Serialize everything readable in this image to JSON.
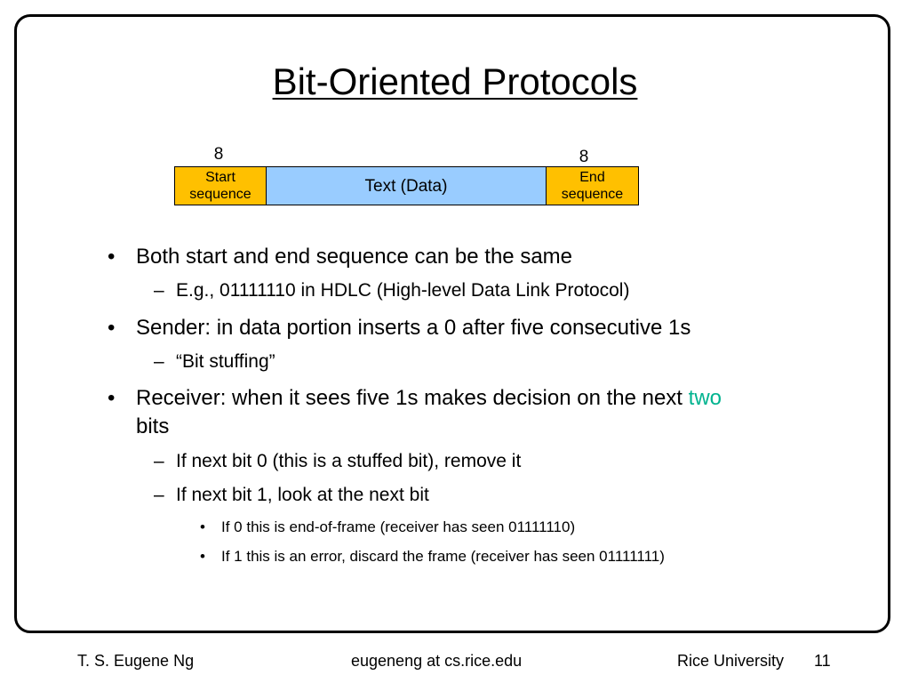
{
  "slide": {
    "title": "Bit-Oriented Protocols",
    "diagram": {
      "start_count": "8",
      "end_count": "8",
      "start_label_1": "Start",
      "start_label_2": "sequence",
      "data_label": "Text (Data)",
      "end_label_1": "End",
      "end_label_2": "sequence",
      "colors": {
        "flag": "#ffc000",
        "data": "#99ccff"
      }
    },
    "bullets": {
      "b1": "Both start and end sequence can be the same",
      "b1_sub1": "E.g., 01111110 in HDLC (High-level Data Link Protocol)",
      "b2": "Sender: in data portion inserts a 0 after five consecutive 1s",
      "b2_sub1": "“Bit stuffing”",
      "b3_part1": "Receiver: when it sees five 1s makes decision on the next ",
      "b3_accent": "two",
      "b3_part2": "bits",
      "b3_sub1": "If next bit 0 (this is a stuffed bit), remove it",
      "b3_sub2": "If next bit 1, look at the next bit",
      "b3_sub2_sub1": "If 0 this is end-of-frame (receiver has seen 01111110)",
      "b3_sub2_sub2": "If 1 this is an error, discard the frame (receiver has seen 01111111)"
    },
    "markers": {
      "bullet": "•",
      "dash": "–"
    },
    "accent_color": "#00b38f"
  },
  "footer": {
    "author": "T. S. Eugene Ng",
    "email": "eugeneng at cs.rice.edu",
    "institution": "Rice University",
    "page_number": "11"
  }
}
